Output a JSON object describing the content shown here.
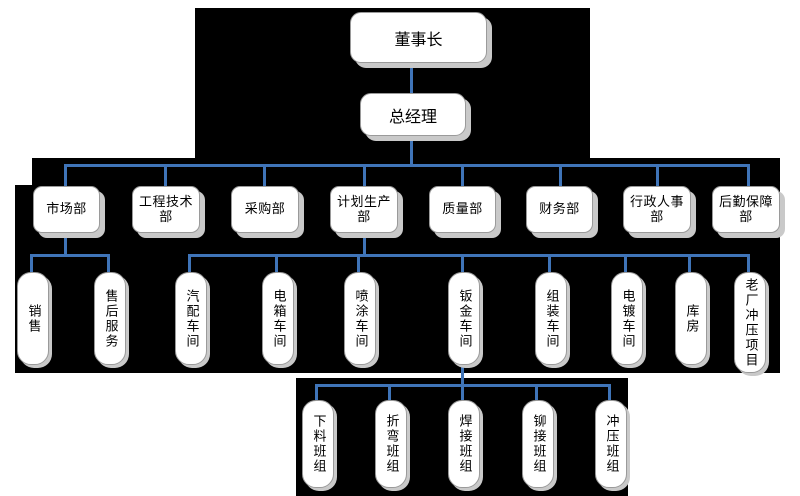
{
  "chart_type": "org-chart",
  "theme": {
    "background": "#ffffff",
    "panel_color": "#000000",
    "connector_color": "#3f74b8",
    "node_fill": "#ffffff",
    "node_border": "#9a9a9a",
    "node_shadow": "#c9c9c9",
    "text_color": "#000000"
  },
  "levels": {
    "level1": {
      "label": "董事长"
    },
    "level2": {
      "label": "总经理"
    },
    "departments": [
      {
        "label": "市场部"
      },
      {
        "label": "工程技术部"
      },
      {
        "label": "采购部"
      },
      {
        "label": "计划生产部"
      },
      {
        "label": "质量部"
      },
      {
        "label": "财务部"
      },
      {
        "label": "行政人事部"
      },
      {
        "label": "后勤保障部"
      }
    ],
    "marketing_children": [
      {
        "label": "销售"
      },
      {
        "label": "售后服务"
      }
    ],
    "production_children": [
      {
        "label": "汽配车间"
      },
      {
        "label": "电箱车间"
      },
      {
        "label": "喷涂车间"
      },
      {
        "label": "钣金车间"
      },
      {
        "label": "组装车间"
      },
      {
        "label": "电镀车间"
      },
      {
        "label": "库房"
      },
      {
        "label": "老厂冲压项目"
      }
    ],
    "sheetmetal_children": [
      {
        "label": "下料班组"
      },
      {
        "label": "折弯班组"
      },
      {
        "label": "焊接班组"
      },
      {
        "label": "铆接班组"
      },
      {
        "label": "冲压班组"
      }
    ]
  }
}
